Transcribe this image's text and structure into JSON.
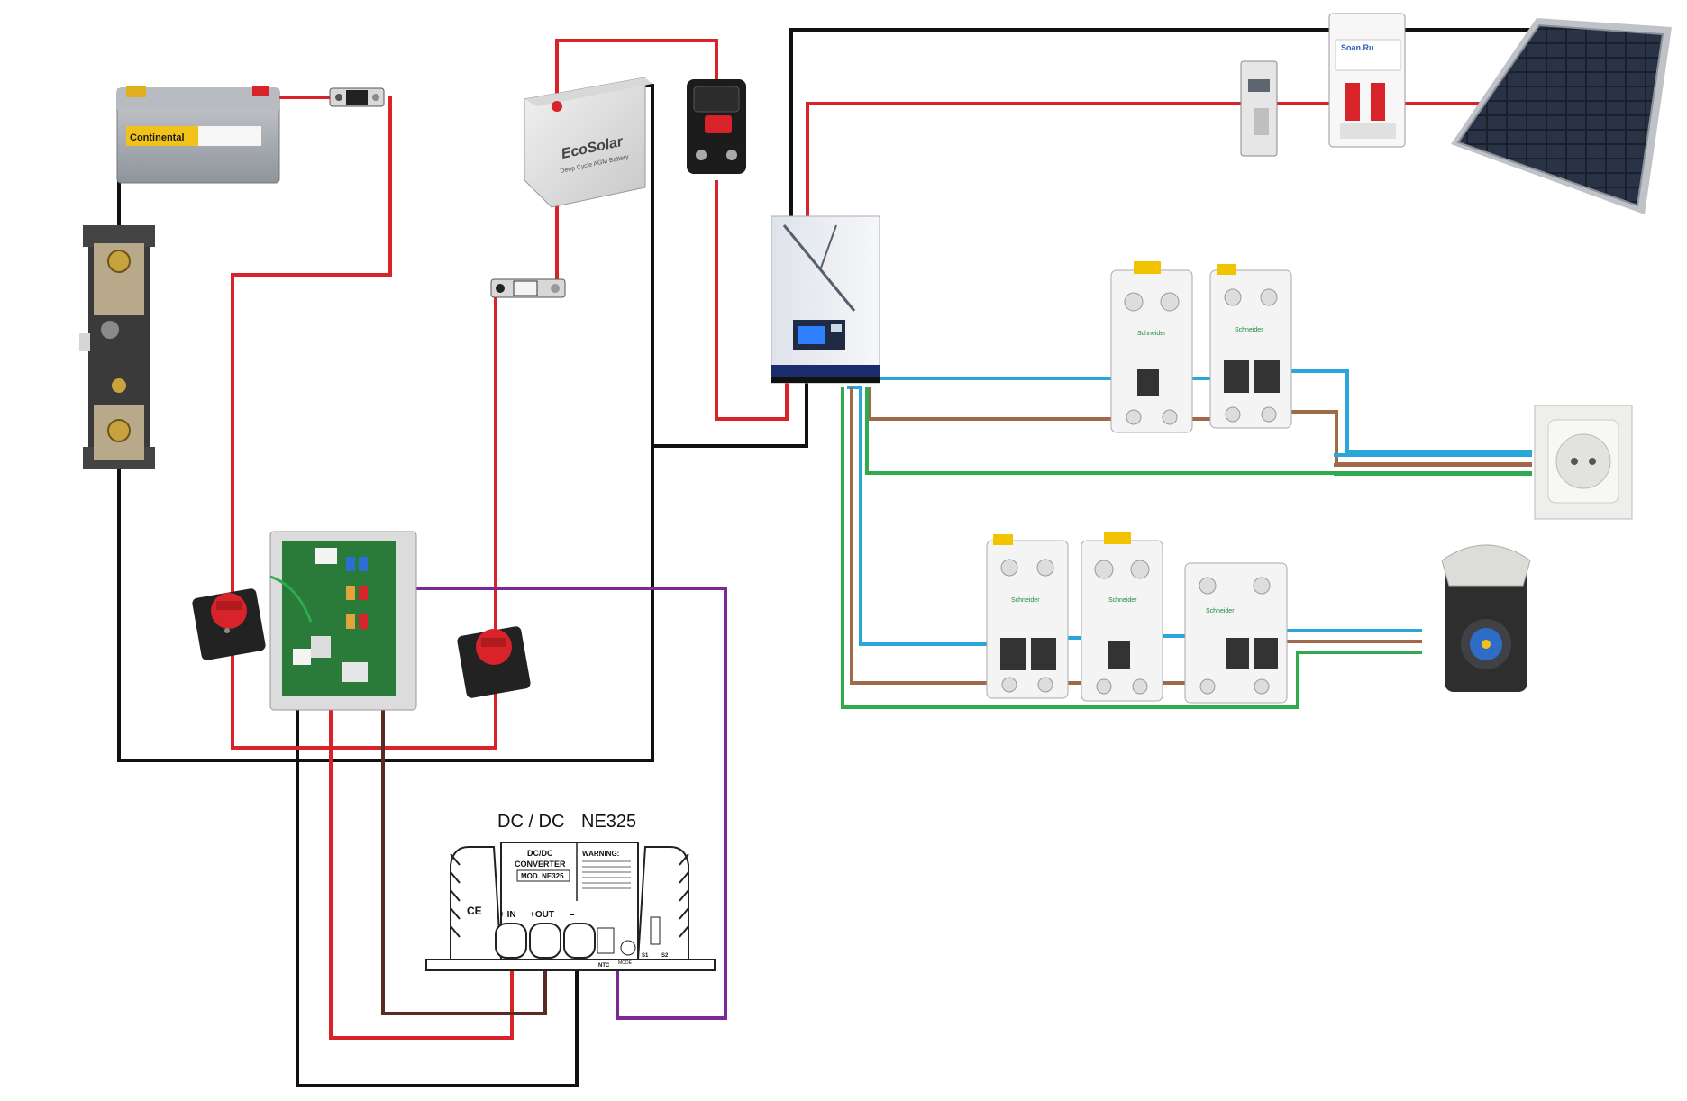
{
  "diagram": {
    "converter_title": "DC / DC",
    "converter_model": "NE325",
    "battery_brand": "Continental",
    "aux_battery_brand": "EcoSolar",
    "aux_battery_subtitle": "Deep Cycle AGM Battery",
    "breaker_brand": "Schneider",
    "isolator_brand": "Soan.Ru",
    "converter_panel": {
      "header_line1": "DC/DC",
      "header_line2": "CONVERTER",
      "model_box": "MOD. NE325",
      "warning_title": "WARNING:",
      "terminal_in": "+ IN",
      "terminal_out": "+OUT",
      "terminal_neg": "–",
      "ntc": "NTC",
      "mode": "MODE",
      "s1": "S1",
      "s2": "S2",
      "ce": "CE"
    }
  },
  "colors": {
    "positive": "#d9232a",
    "negative": "#111111",
    "live": "#2aa6db",
    "neutral": "#a0694a",
    "earth": "#2faa4d",
    "signal": "#7a2a92",
    "dark_brown": "#5a2b25"
  }
}
